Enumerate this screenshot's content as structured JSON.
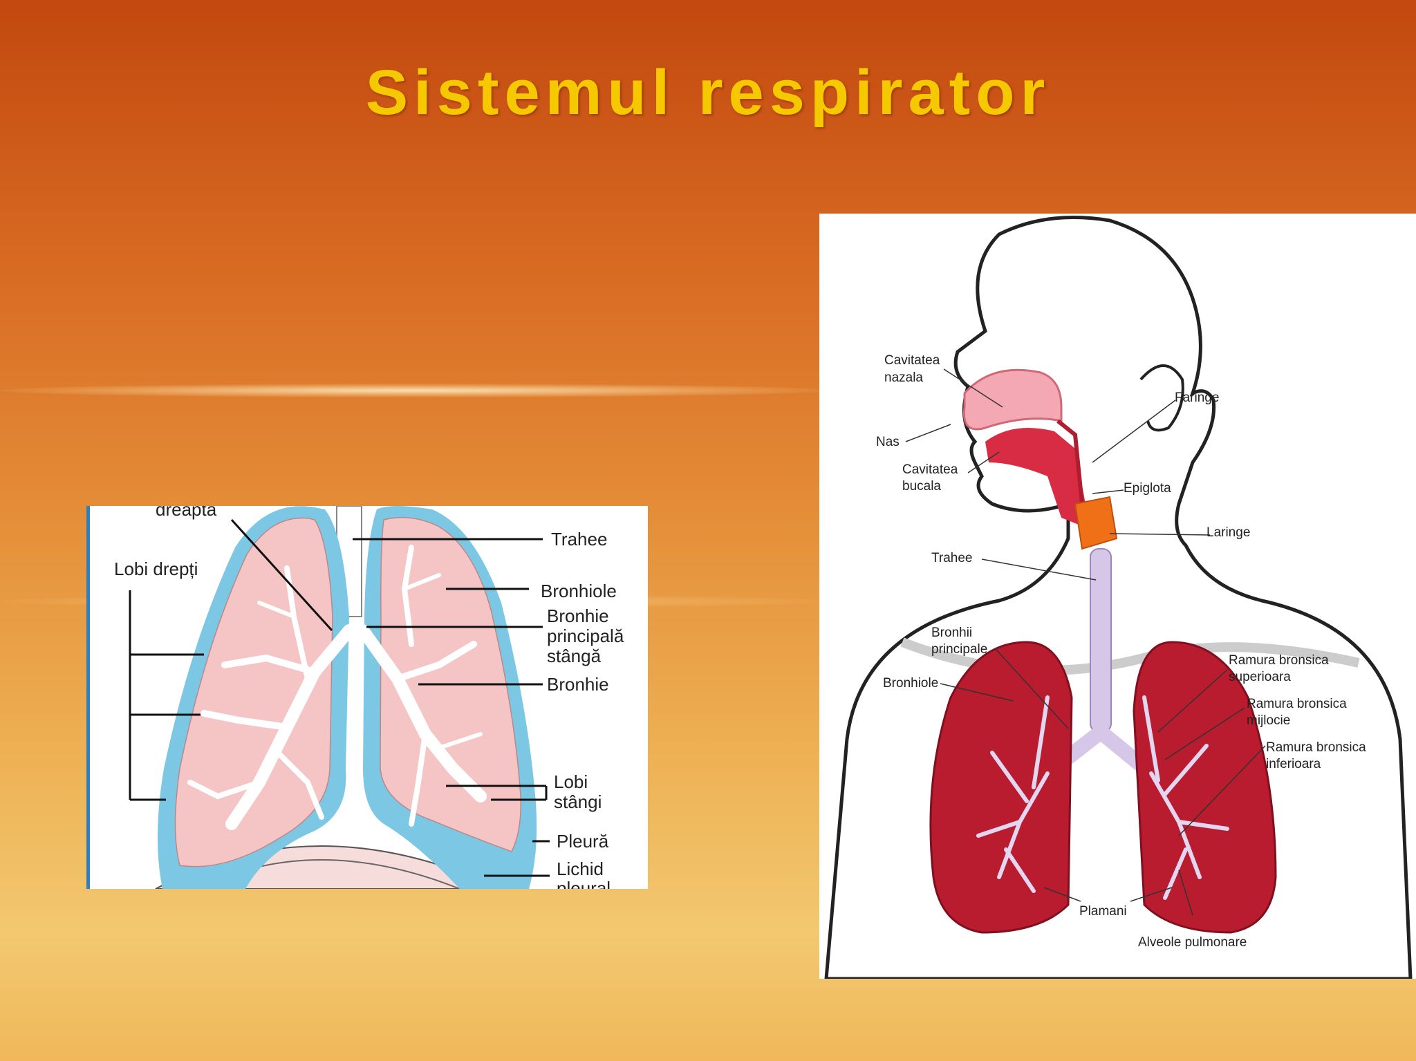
{
  "title": "Sistemul respirator",
  "left_diagram": {
    "labels": {
      "dreapta": "dreaptă",
      "lobi_drepti": "Lobi drepți",
      "trahee": "Trahee",
      "bronhiole": "Bronhiole",
      "bronhie_principala_1": "Bronhie",
      "bronhie_principala_2": "principală",
      "bronhie_principala_3": "stângă",
      "bronhie": "Bronhie",
      "lobi_stangi_1": "Lobi",
      "lobi_stangi_2": "stângi",
      "pleura": "Pleură",
      "lichid_1": "Lichid",
      "lichid_2": "pleural"
    }
  },
  "right_diagram": {
    "labels": {
      "cavitatea_nazala_1": "Cavitatea",
      "cavitatea_nazala_2": "nazala",
      "nas": "Nas",
      "cavitatea_bucala_1": "Cavitatea",
      "cavitatea_bucala_2": "bucala",
      "faringe": "Faringe",
      "epiglota": "Epiglota",
      "laringe": "Laringe",
      "trahee": "Trahee",
      "bronhii_principale_1": "Bronhii",
      "bronhii_principale_2": "principale",
      "bronhiole": "Bronhiole",
      "ramura_sup_1": "Ramura bronsica",
      "ramura_sup_2": "superioara",
      "ramura_mij_1": "Ramura bronsica",
      "ramura_mij_2": "mijlocie",
      "ramura_inf_1": "Ramura bronsica",
      "ramura_inf_2": "inferioara",
      "plamani": "Plamani",
      "alveole": "Alveole pulmonare"
    }
  }
}
